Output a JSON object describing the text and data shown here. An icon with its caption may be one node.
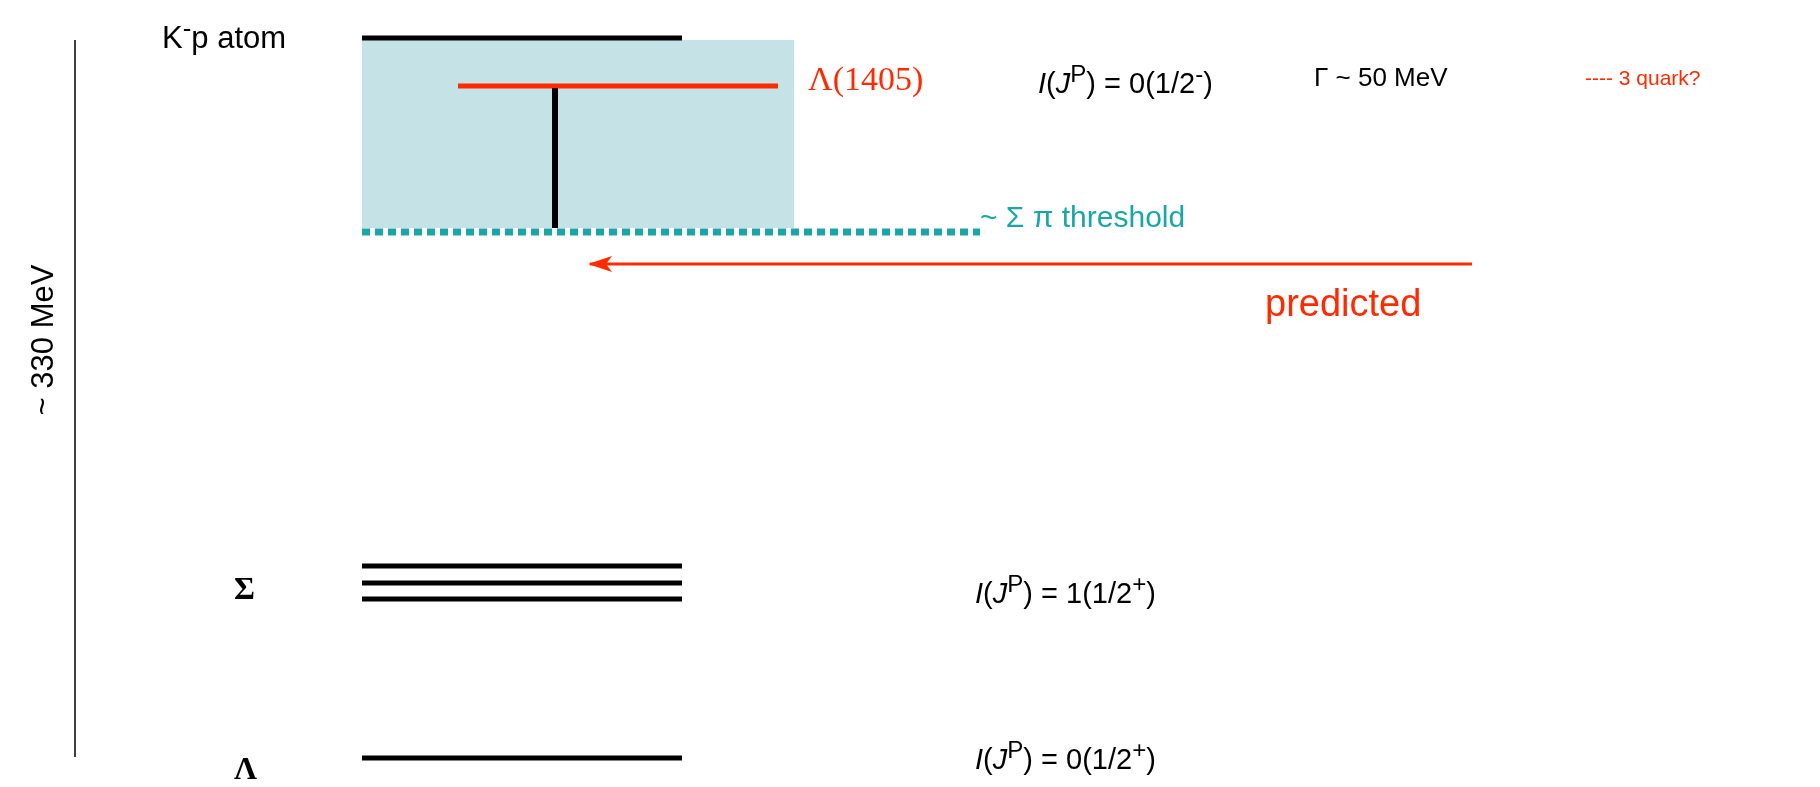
{
  "diagram": {
    "labels": [
      "K$^{-}$p atom",
      "Λ(1405)",
      "*I*(*J*$^{P}$) = 0(1/2$^{-}$)",
      "Γ ~ 50 MeV",
      "---- 3 quark?",
      "~ Σ π threshold",
      "predicted",
      "~ 330 MeV",
      "Σ",
      "*I*(*J*$^{P}$) = 1(1/2$^{+}$)",
      "Λ",
      "*I*(*J*$^{P}$) = 0(1/2$^{+}$)"
    ]
  }
}
